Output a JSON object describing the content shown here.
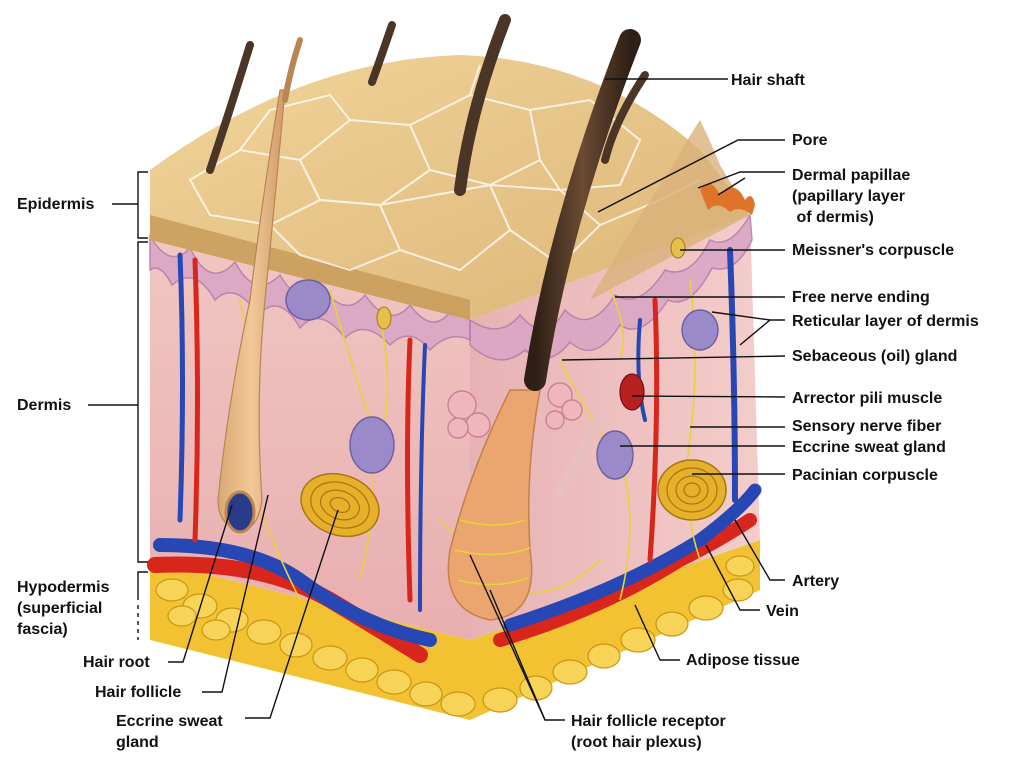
{
  "labels": {
    "hair_shaft": "Hair shaft",
    "pore": "Pore",
    "dermal_papillae": [
      "Dermal papillae",
      "(papillary layer",
      " of dermis)"
    ],
    "meissners_corpuscle": "Meissner's corpuscle",
    "free_nerve_ending": "Free nerve ending",
    "reticular_layer": "Reticular layer of dermis",
    "sebaceous_gland": "Sebaceous (oil) gland",
    "arrector_pili": "Arrector pili muscle",
    "sensory_nerve_fiber": "Sensory nerve fiber",
    "eccrine_sweat_gland_right": "Eccrine sweat gland",
    "pacinian_corpuscle": "Pacinian corpuscle",
    "artery": "Artery",
    "vein": "Vein",
    "adipose_tissue": "Adipose tissue",
    "hair_follicle_receptor": [
      "Hair follicle receptor",
      "(root hair plexus)"
    ],
    "epidermis": "Epidermis",
    "dermis": "Dermis",
    "hypodermis": [
      "Hypodermis",
      "(superficial",
      "fascia)"
    ],
    "hair_root": "Hair root",
    "hair_follicle": "Hair follicle",
    "eccrine_sweat_gland_bottom": [
      "Eccrine sweat",
      "gland"
    ]
  },
  "colors": {
    "epidermis_top": "#e8c98a",
    "dermis": "#eec2bd",
    "adipose": "#f2c233",
    "artery": "#d9261c",
    "vein": "#2747b5",
    "hair": "#4a3526",
    "nerve": "#e7d23a",
    "sebaceous": "#f0b6be",
    "sweat_gland": "#8a7cc0"
  }
}
